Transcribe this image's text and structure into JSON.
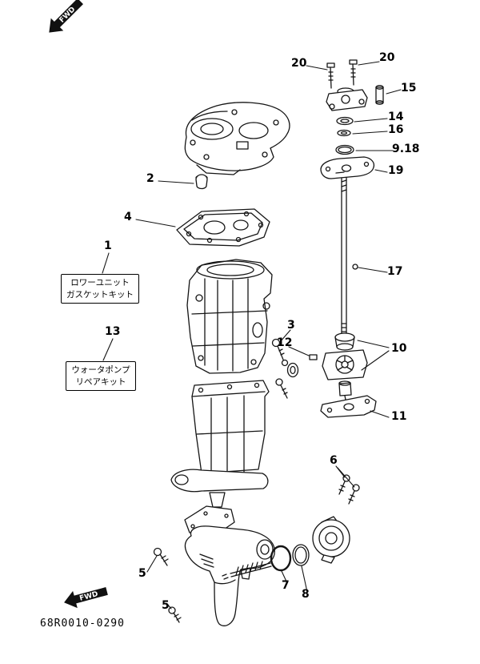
{
  "colors": {
    "background": "#ffffff",
    "line": "#151515",
    "text": "#000000"
  },
  "labels": {
    "fwd": "FWD",
    "part_code": "68R0010-0290",
    "kit_boxes": [
      {
        "line1": "ロワーユニット",
        "line2": "ガスケットキット"
      },
      {
        "line1": "ウォータポンプ",
        "line2": "リペアキット"
      }
    ]
  },
  "callouts": [
    "20",
    "20",
    "15",
    "14",
    "16",
    "9.18",
    "19",
    "2",
    "4",
    "1",
    "13",
    "3",
    "12",
    "10",
    "17",
    "11",
    "6",
    "5",
    "5",
    "7",
    "8"
  ]
}
